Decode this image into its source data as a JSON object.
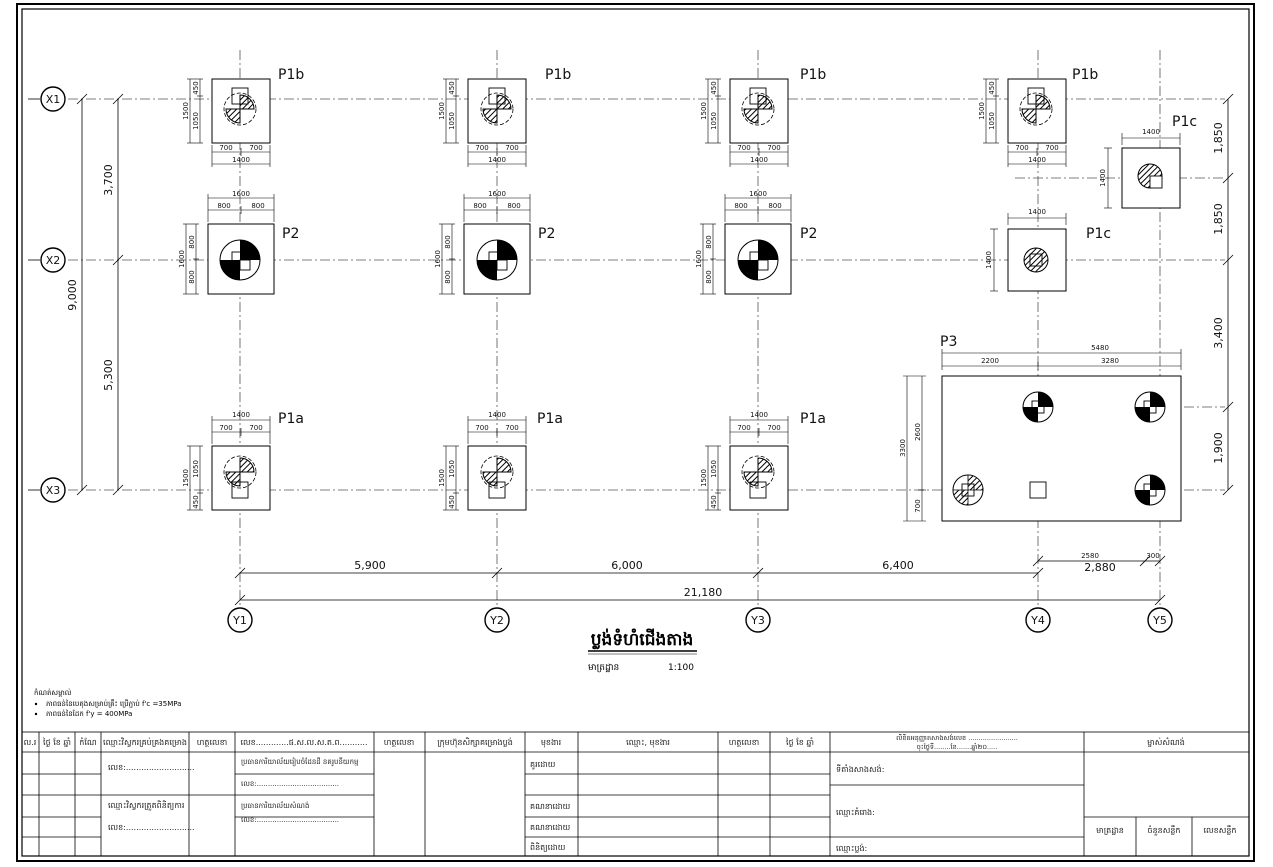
{
  "grid": {
    "x_axes": [
      "X1",
      "X2",
      "X3"
    ],
    "y_axes": [
      "Y1",
      "Y2",
      "Y3",
      "Y4",
      "Y5"
    ],
    "y_spacings": [
      "5,900",
      "6,000",
      "6,400"
    ],
    "y_sub": {
      "total": "2,880",
      "a": "2580",
      "b": "300"
    },
    "total_width": "21,180",
    "x_spacings": [
      "3,700",
      "5,300"
    ],
    "total_height": "9,000",
    "right_dims": [
      "1,850",
      "1,850",
      "3,400",
      "1,900"
    ]
  },
  "footings": {
    "p1b": "P1b",
    "p1c": "P1c",
    "p2": "P2",
    "p1a": "P1a",
    "p3": "P3",
    "d_1400": "1400",
    "d_700": "700",
    "d_1600": "1600",
    "d_800": "800",
    "d_1500": "1500",
    "d_450": "450",
    "d_1050": "1050",
    "d_5480": "5480",
    "d_2200": "2200",
    "d_3280": "3280",
    "d_3300": "3300",
    "d_2600": "2600"
  },
  "drawing": {
    "title": "ប្លង់ទំហំជើងតាង",
    "scale_label": "មាត្រដ្ឋាន",
    "scale_value": "1:100"
  },
  "notes": {
    "heading": "កំណត់សម្គាល់",
    "lines": [
      "ភាពធន់នៃបេតុងសម្រាប់គ្រឹះ ប្រើភ្ជាប់ f'c =35MPa",
      "ភាពធន់នៃដែក f'y = 400MPa"
    ]
  },
  "title_block": {
    "h_no": "ល.រ",
    "h_date": "ថ្ងៃ ខែ ឆ្នាំ",
    "h_desc": "កំណែ",
    "h_designer": "ឈ្មោះវិស្វករគ្រប់គ្រងគម្រោង",
    "h_sign1": "ហត្ថលេខា",
    "h_license": "លេខ.............ផ.ស.ល.ស.ត.ព...........",
    "h_sign2": "ហត្ថលេខា",
    "h_company": "ក្រុមហ៊ុនសិក្សាគម្រោងប្លង់",
    "h_role": "មុខងារ",
    "h_name_role": "ឈ្មោះ, មុខងារ",
    "h_sign3": "ហត្ថលេខា",
    "h_date2": "ថ្ងៃ ខែ ឆ្នាំ",
    "h_permit": "លិខិតអនុញ្ញាតសាងសង់លេខ ........................",
    "h_permit2": "ចុះថ្ងៃទី........ខែ.......ឆ្នាំ២០.....",
    "h_owner": "ម្ចាស់សំណង់",
    "r1_no": "លេខ:...........................",
    "r1_ministry": "ប្រធានការិយាល័យរៀបចំដែនដី នគរូបនីយកម្ម",
    "r1_lic": "លេខ:.....................................",
    "r_role1": "គូរដោយ",
    "r_role2": "គណនាដោយ",
    "r_role3": "គណនាដោយ",
    "r_role4": "ពិនិត្យដោយ",
    "r_loc": "ទីតាំងសាងសង់:",
    "r2_engineer": "ឈ្មោះវិស្វករត្រួតពិនិត្យការ",
    "r2_no": "លេខ:...........................",
    "r2_dept": "ប្រធានការិយាល័យសំណង់",
    "r2_lic": "លេខ:.....................................",
    "r_project": "ឈ្មោះគំរោង:",
    "r_plan": "ឈ្មោះប្លង់:",
    "f_scale": "មាត្រដ្ឋាន",
    "f_sheet": "ចំនួនសន្លឹក",
    "f_no": "លេខសន្លឹក"
  }
}
